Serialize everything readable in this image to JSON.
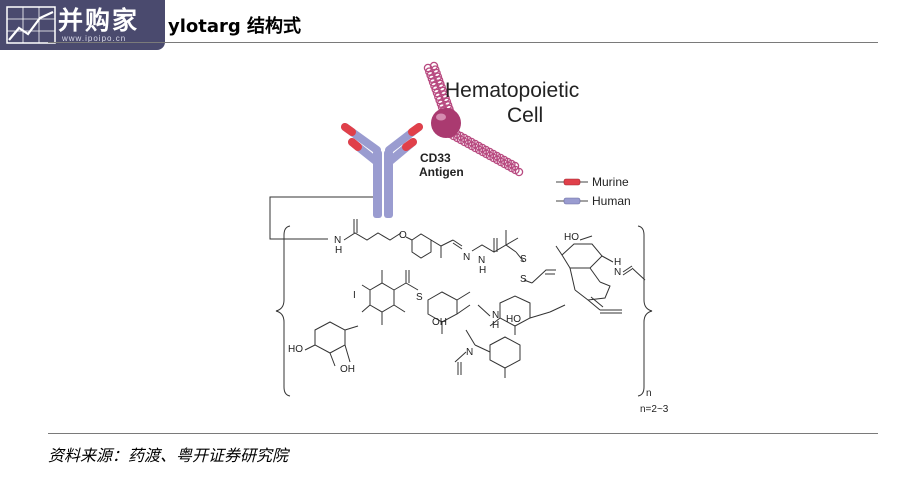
{
  "logo": {
    "name": "并购家",
    "url": "www.ipoipo.cn"
  },
  "title": "ylotarg 结构式",
  "cell_label": {
    "line1": "Hematopoietic",
    "line2": "Cell"
  },
  "antigen_label": {
    "line1": "CD33",
    "line2": "Antigen"
  },
  "legend": {
    "murine": "Murine",
    "human": "Human"
  },
  "colors": {
    "murine": "#e0404a",
    "human": "#9a9cd0",
    "cell_membrane": "#b84a80",
    "antigen": "#aa3a70"
  },
  "atom_labels": {
    "n_h1": "N",
    "h1": "H",
    "n1": "N",
    "n2": "N",
    "h2": "H",
    "s1": "S",
    "s2": "S",
    "o_left": "O",
    "iodine": "I",
    "s_thio": "S",
    "ho1": "HO",
    "n_h3": "N",
    "h3": "H",
    "ho_bottom": "HO",
    "oh_bottom": "OH",
    "oh_center": "OH",
    "n_lower": "N",
    "n_h4": "N",
    "h4": "H",
    "ho_sugar": "HO"
  },
  "subscript_n": "n",
  "n_range": "n=2~3",
  "source": "资料来源：药渡、粤开证券研究院"
}
